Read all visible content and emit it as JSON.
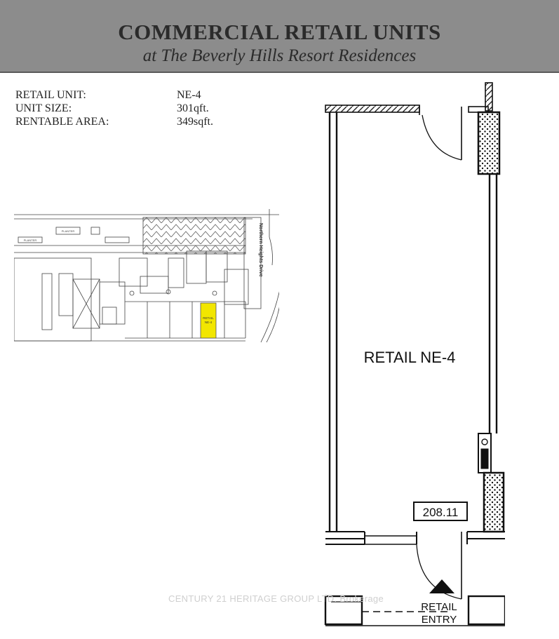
{
  "header": {
    "title": "COMMERCIAL RETAIL UNITS",
    "subtitle": "at The Beverly Hills Resort Residences"
  },
  "specs": [
    {
      "label": "RETAIL UNIT:",
      "value": "NE-4"
    },
    {
      "label": "UNIT SIZE:",
      "value": "301qft."
    },
    {
      "label": "RENTABLE AREA:",
      "value": "349sqft."
    }
  ],
  "keymap": {
    "planter_1": "PLANTER",
    "planter_2": "PLANTER",
    "street": "Northern Heights Drive",
    "unit_label_1": "RETAIL",
    "unit_label_2": "NE-4",
    "highlight_color": "#f2e600"
  },
  "plan": {
    "room_label": "RETAIL NE-4",
    "room_number": "208.11",
    "entry_1": "RETAIL",
    "entry_2": "ENTRY"
  },
  "watermark": "CENTURY 21 HERITAGE GROUP LTD. Brokerage",
  "colors": {
    "header_bg": "#8c8c8c",
    "title_text": "#2b2b2b"
  }
}
